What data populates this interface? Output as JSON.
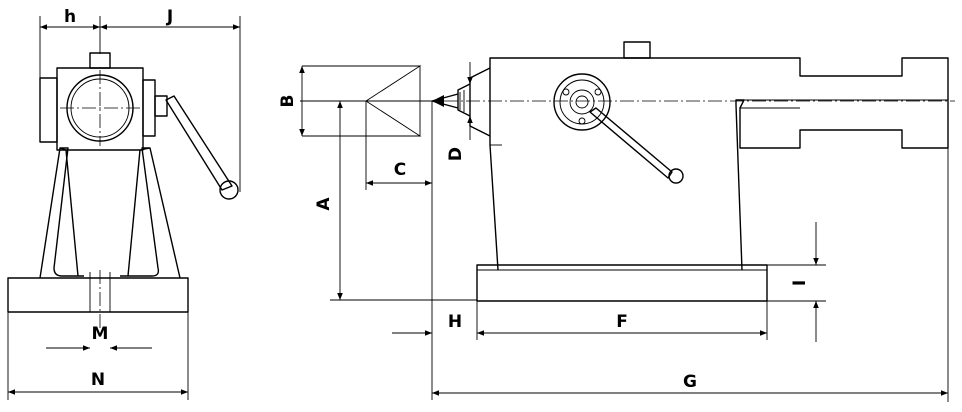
{
  "labels": {
    "h": "h",
    "J": "J",
    "B": "B",
    "C": "C",
    "D": "D",
    "A": "A",
    "H": "H",
    "F": "F",
    "I": "I",
    "G": "G",
    "M": "M",
    "N": "N"
  }
}
